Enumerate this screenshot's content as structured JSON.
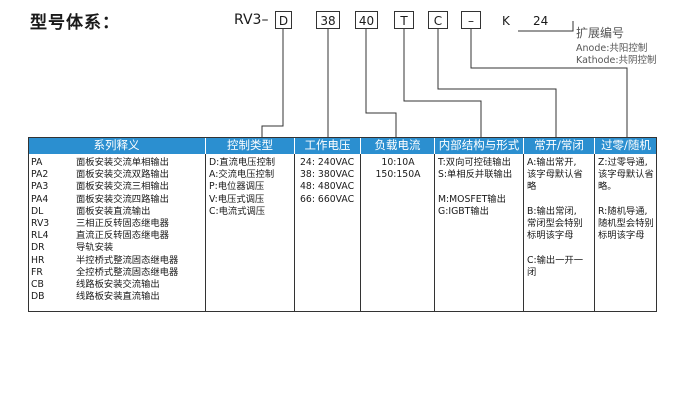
{
  "title": "型号体系：",
  "code": {
    "prefix": "RV3–",
    "boxes": [
      "D",
      "38",
      "40",
      "T",
      "C",
      "–"
    ],
    "tail": "K",
    "tail2": "24"
  },
  "extension": {
    "title": "扩展编号",
    "anode": "Anode:共阳控制",
    "kathode": "Kathode:共阴控制"
  },
  "headers": [
    "系列释义",
    "控制类型",
    "工作电压",
    "负载电流",
    "内部结构与形式",
    "常开/常闭",
    "过零/随机"
  ],
  "series": [
    {
      "code": "PA",
      "desc": "面板安装交流单相输出"
    },
    {
      "code": "PA2",
      "desc": "面板安装交流双路输出"
    },
    {
      "code": "PA3",
      "desc": "面板安装交流三相输出"
    },
    {
      "code": "PA4",
      "desc": "面板安装交流四路输出"
    },
    {
      "code": "DL",
      "desc": "面板安装直流输出"
    },
    {
      "code": "RV3",
      "desc": "三相正反转固态继电器"
    },
    {
      "code": "RL4",
      "desc": "直流正反转固态继电器"
    },
    {
      "code": "DR",
      "desc": "导轨安装"
    },
    {
      "code": "HR",
      "desc": "半控桥式整流固态继电器"
    },
    {
      "code": "FR",
      "desc": "全控桥式整流固态继电器"
    },
    {
      "code": "CB",
      "desc": "线路板安装交流输出"
    },
    {
      "code": "DB",
      "desc": "线路板安装直流输出"
    }
  ],
  "control": [
    "D:直流电压控制",
    "A:交流电压控制",
    "P:电位器调压",
    "V:电压式调压",
    "C:电流式调压"
  ],
  "voltage": [
    "24: 240VAC",
    "38: 380VAC",
    "48: 480VAC",
    "66: 660VAC"
  ],
  "current": [
    "10:10A",
    "150:150A"
  ],
  "structure": [
    "T:双向可控硅输出",
    "S:单相反并联输出",
    "",
    "M:MOSFET输出",
    "G:IGBT输出"
  ],
  "contact": [
    "A:输出常开,",
    "该字母默认省",
    "略",
    "",
    "B:输出常闭,",
    "常闭型会特别",
    "标明该字母",
    "",
    "C:输出一开一",
    "闭"
  ],
  "zero": [
    "Z:过零导通,",
    "该字母默认省",
    "略。",
    "",
    "R:随机导通,",
    "随机型会特别",
    "标明该字母"
  ],
  "colors": {
    "header": "#2b8fd0",
    "line": "#333333"
  }
}
